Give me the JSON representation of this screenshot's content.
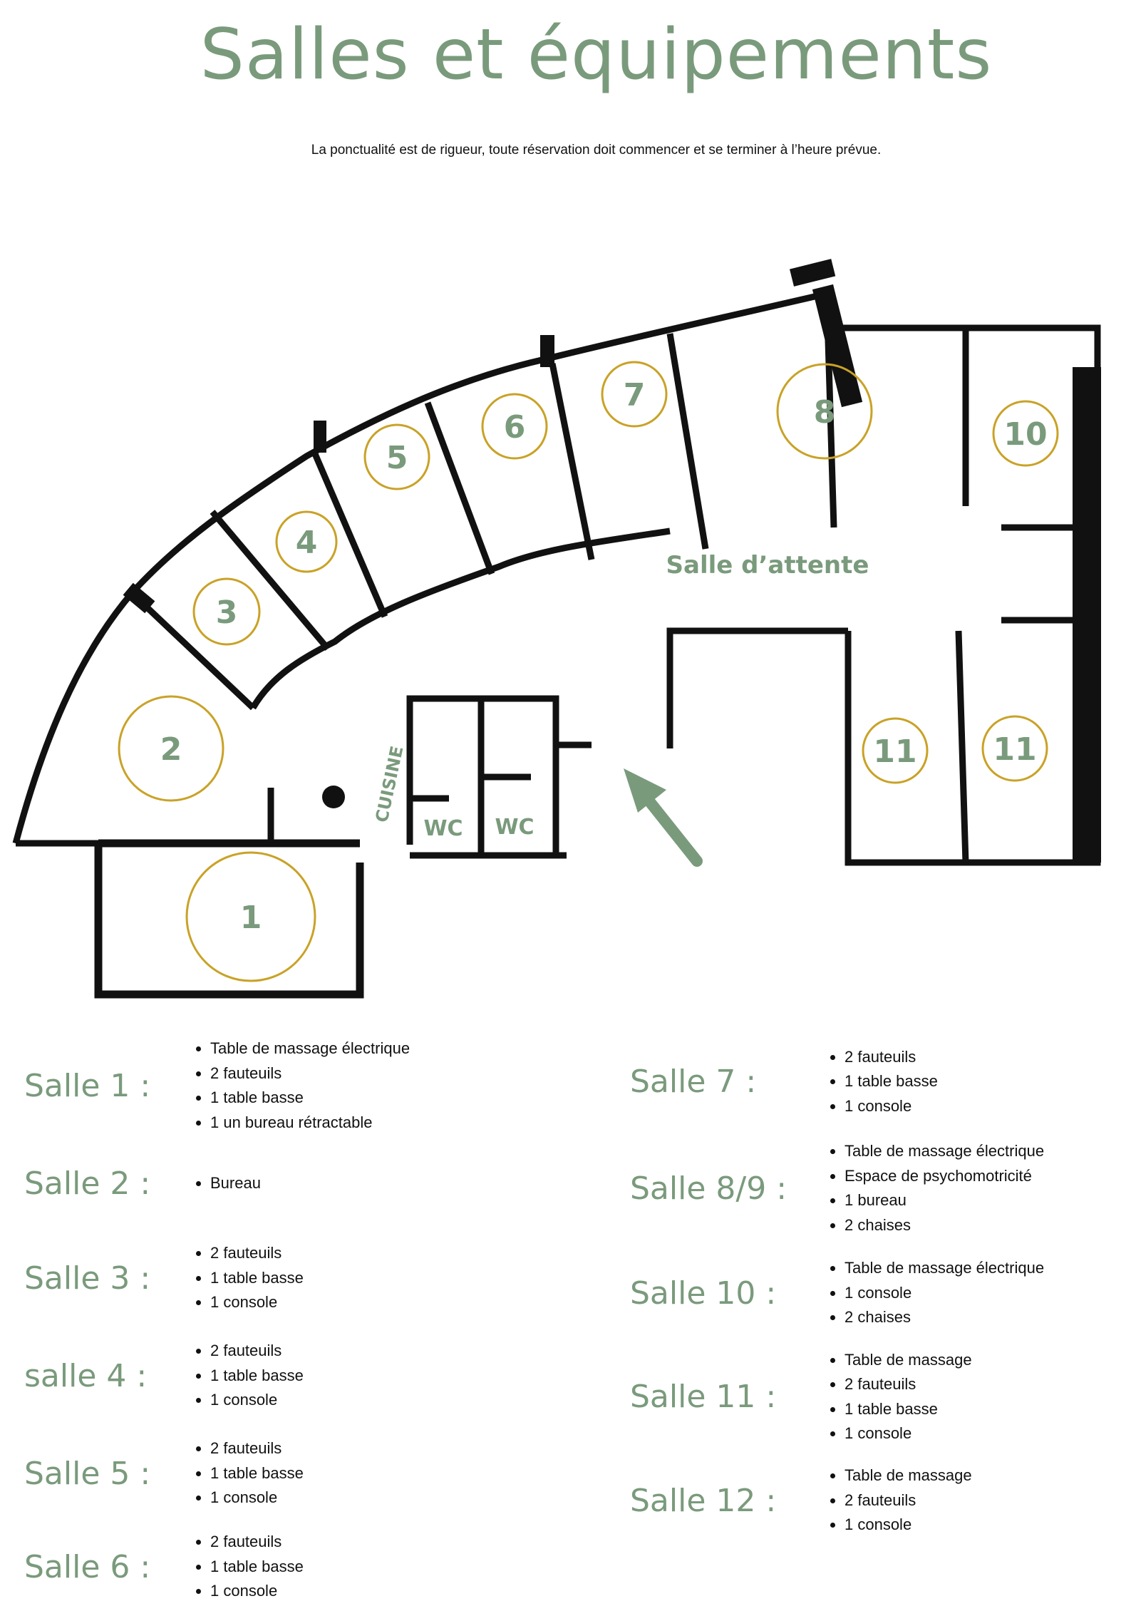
{
  "header": {
    "title": "Salles et équipements",
    "subtitle": "La ponctualité est de rigueur, toute réservation doit commencer et se terminer à l’heure prévue."
  },
  "colors": {
    "accent": "#7a9a7c",
    "gold": "#c9a227",
    "wall": "#111111"
  },
  "plan": {
    "rooms": [
      "1",
      "2",
      "3",
      "4",
      "5",
      "6",
      "7",
      "8",
      "10",
      "11",
      "11"
    ],
    "waiting_room": "Salle d’attente",
    "kitchen": "CUISINE",
    "wc": [
      "WC",
      "WC"
    ]
  },
  "equipment_left": [
    {
      "name": "Salle 1 :",
      "items": [
        "Table de massage électrique",
        "2 fauteuils",
        "1 table basse",
        "1 un bureau rétractable"
      ]
    },
    {
      "name": "Salle 2 :",
      "items": [
        "Bureau"
      ]
    },
    {
      "name": "Salle 3 :",
      "items": [
        "2 fauteuils",
        "1 table basse",
        "1 console"
      ]
    },
    {
      "name": "salle 4 :",
      "items": [
        "2 fauteuils",
        "1 table basse",
        "1 console"
      ]
    },
    {
      "name": "Salle 5 :",
      "items": [
        "2 fauteuils",
        "1 table basse",
        "1 console"
      ]
    },
    {
      "name": "Salle 6 :",
      "items": [
        "2 fauteuils",
        "1 table basse",
        "1 console"
      ]
    }
  ],
  "equipment_right": [
    {
      "name": "Salle 7 :",
      "items": [
        "2 fauteuils",
        "1 table basse",
        "1 console"
      ]
    },
    {
      "name": "Salle 8/9 :",
      "items": [
        "Table de massage électrique",
        "Espace de psychomotricité",
        "1 bureau",
        "2 chaises"
      ]
    },
    {
      "name": "Salle 10   :",
      "items": [
        "Table de massage électrique",
        "1 console",
        "2 chaises"
      ]
    },
    {
      "name": "Salle 11 :",
      "items": [
        "Table de massage",
        "2 fauteuils",
        "1 table basse",
        "1 console"
      ]
    },
    {
      "name": "Salle 12 :",
      "items": [
        "Table de massage",
        "2 fauteuils",
        "1 console"
      ]
    }
  ]
}
